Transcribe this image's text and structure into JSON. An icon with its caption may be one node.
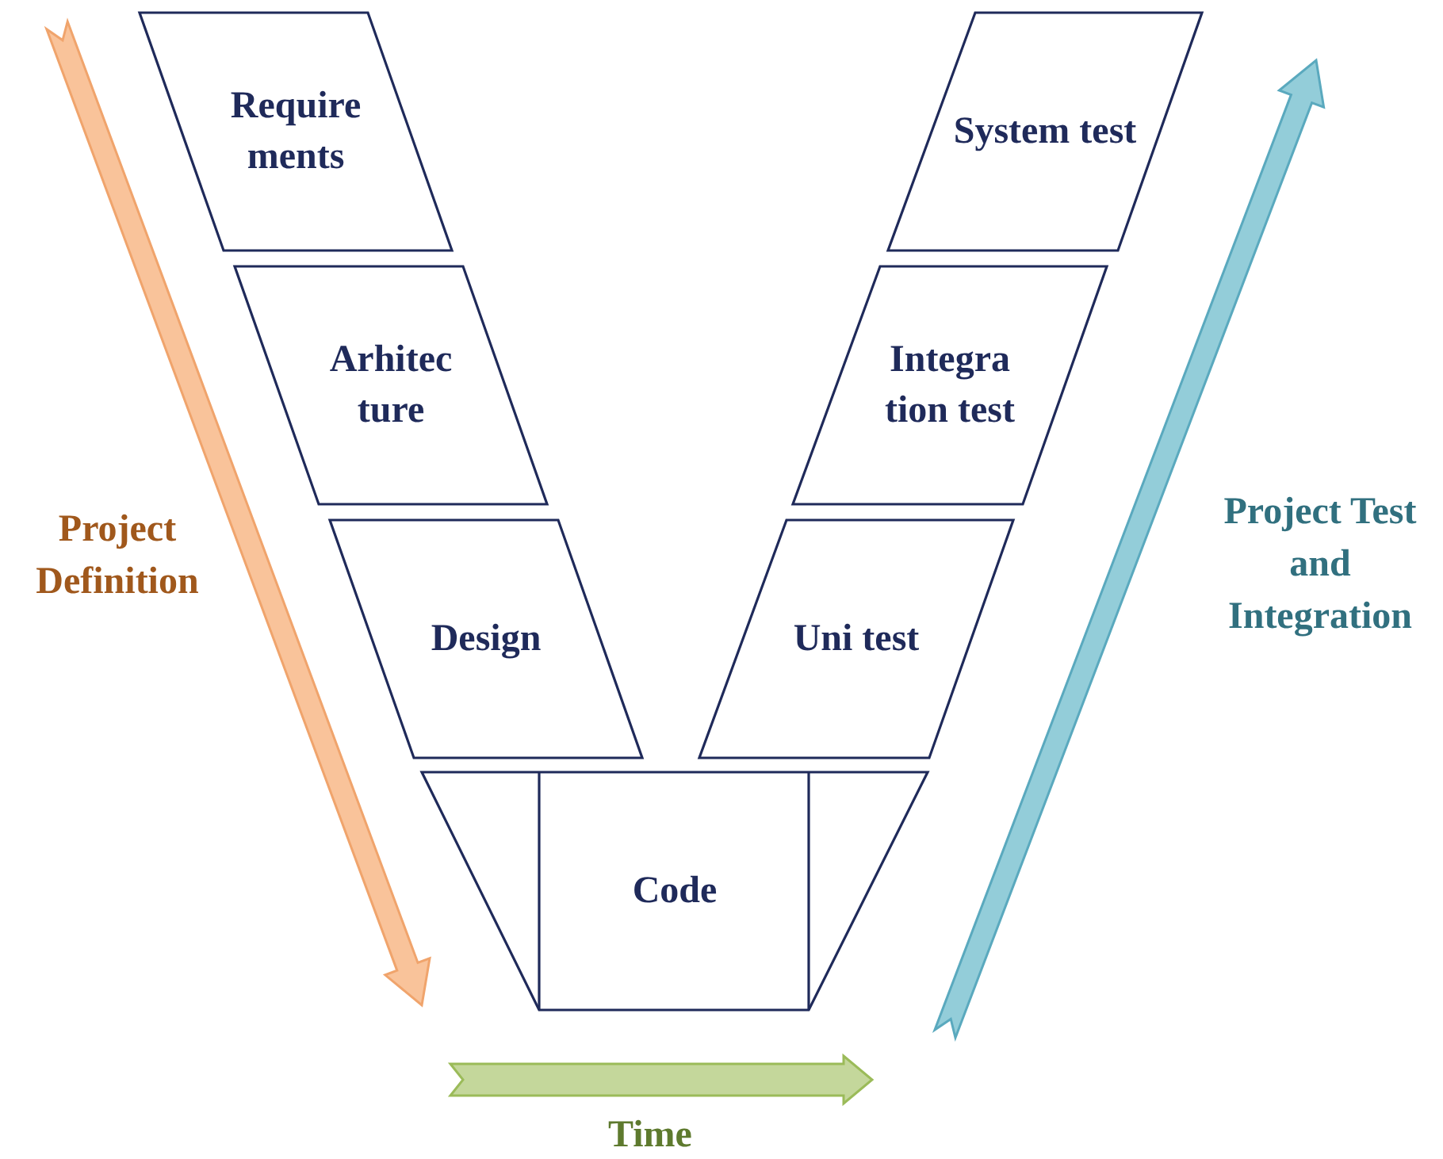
{
  "diagram": {
    "nodes": [
      {
        "text": [
          "Require ments"
        ]
      },
      {
        "text": [
          "System test"
        ]
      },
      {
        "text": [
          "Arhitec ture"
        ]
      },
      {
        "text": [
          "Integra tion test"
        ]
      },
      {
        "text": [
          "Design"
        ]
      },
      {
        "text": [
          "Uni test"
        ]
      },
      {
        "text": [
          "Code"
        ]
      }
    ],
    "edges": [],
    "labels": [
      "Project Definition",
      "Project Test and Integration",
      "Time"
    ]
  }
}
